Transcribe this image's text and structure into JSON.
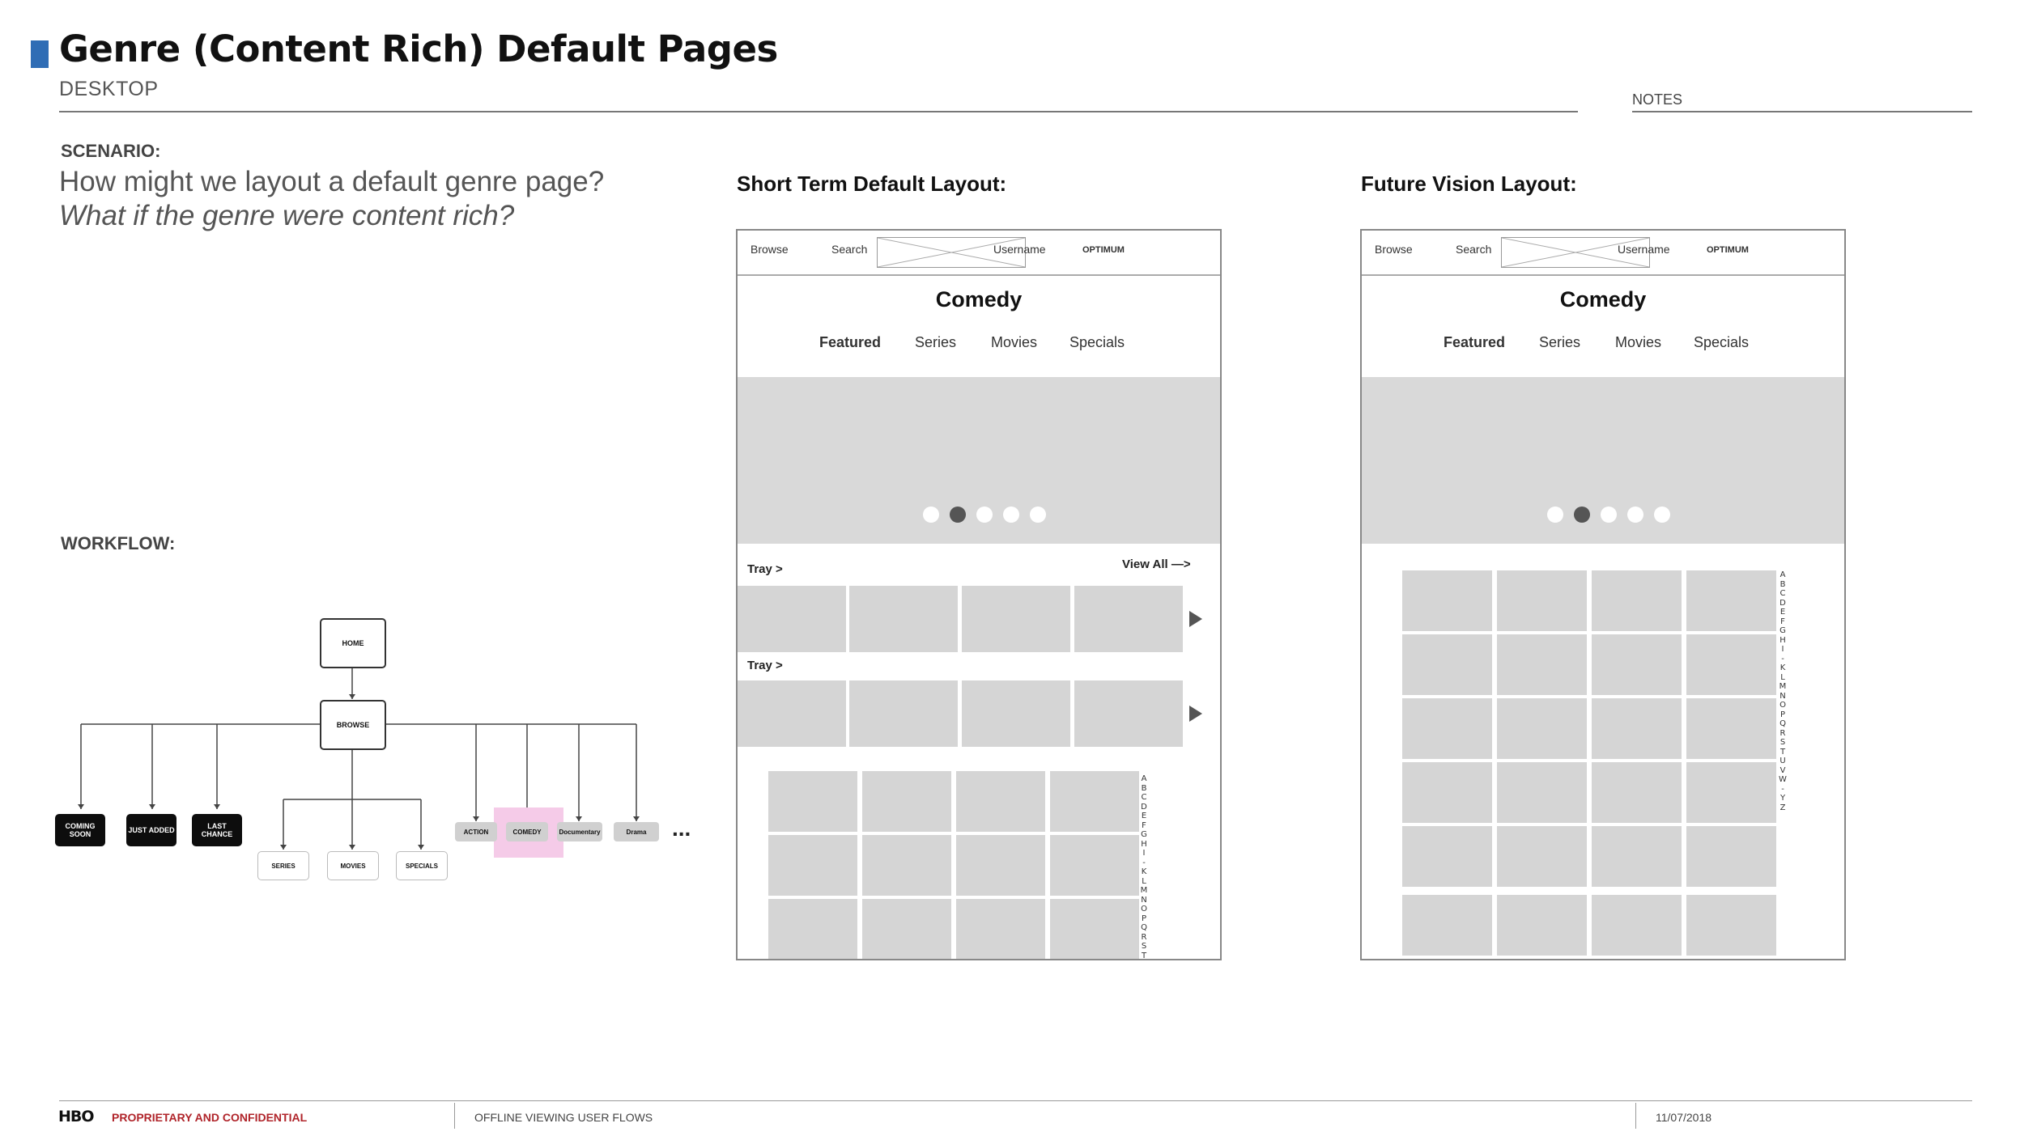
{
  "header": {
    "title": "Genre (Content Rich) Default Pages",
    "subtitle": "DESKTOP",
    "notes_label": "NOTES",
    "accent_color": "#2f6db5"
  },
  "scenario": {
    "label": "SCENARIO:",
    "question": "How might we layout a default genre page?",
    "question_italic": "What if the genre were content rich?"
  },
  "workflow": {
    "label": "WORKFLOW:",
    "home": "HOME",
    "browse": "BROWSE",
    "left_nodes": [
      "COMING SOON",
      "JUST ADDED",
      "LAST CHANCE"
    ],
    "sub_nodes": [
      "SERIES",
      "MOVIES",
      "SPECIALS"
    ],
    "genre_nodes": [
      "ACTION",
      "COMEDY",
      "Documentary",
      "Drama"
    ],
    "more": "...",
    "highlight_color": "#f5cbe8"
  },
  "short_term": {
    "title": "Short Term Default Layout:",
    "nav": {
      "browse": "Browse",
      "search": "Search",
      "username": "Username",
      "brand": "OPTIMUM"
    },
    "genre_title": "Comedy",
    "tabs": [
      "Featured",
      "Series",
      "Movies",
      "Specials"
    ],
    "active_tab": "Featured",
    "carousel_dots": 5,
    "carousel_active_index": 1,
    "tray1_label": "Tray >",
    "tray2_label": "Tray >",
    "view_all": "View All —>",
    "alphabet": [
      "A",
      "B",
      "C",
      "D",
      "E",
      "F",
      "G",
      "H",
      "I",
      "-",
      "K",
      "L",
      "M",
      "N",
      "O",
      "P",
      "Q",
      "R",
      "S",
      "T"
    ]
  },
  "future": {
    "title": "Future Vision Layout:",
    "nav": {
      "browse": "Browse",
      "search": "Search",
      "username": "Username",
      "brand": "OPTIMUM"
    },
    "genre_title": "Comedy",
    "tabs": [
      "Featured",
      "Series",
      "Movies",
      "Specials"
    ],
    "active_tab": "Featured",
    "carousel_dots": 5,
    "carousel_active_index": 1,
    "alphabet": [
      "A",
      "B",
      "C",
      "D",
      "E",
      "F",
      "G",
      "H",
      "I",
      "-",
      "K",
      "L",
      "M",
      "N",
      "O",
      "P",
      "Q",
      "R",
      "S",
      "T",
      "U",
      "V",
      "W",
      "-",
      "Y",
      "Z"
    ]
  },
  "footer": {
    "logo": "HBO",
    "confidential": "PROPRIETARY AND CONFIDENTIAL",
    "section": "OFFLINE VIEWING USER FLOWS",
    "date": "11/07/2018",
    "confidential_color": "#b0242a"
  }
}
